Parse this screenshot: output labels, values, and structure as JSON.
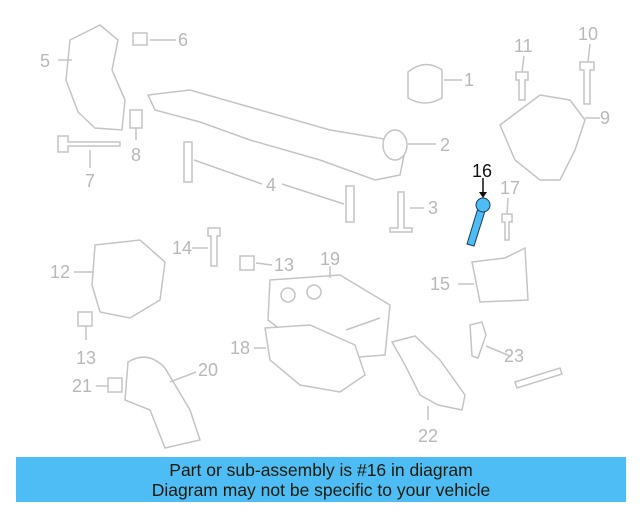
{
  "diagram": {
    "highlighted_callout": "16",
    "highlight_color": "#4fbdf5",
    "callouts": [
      "1",
      "2",
      "3",
      "4",
      "5",
      "6",
      "7",
      "8",
      "9",
      "10",
      "11",
      "12",
      "13",
      "13",
      "14",
      "15",
      "16",
      "17",
      "18",
      "19",
      "20",
      "21",
      "22",
      "23"
    ]
  },
  "banner": {
    "line1": "Part or sub-assembly is #16 in diagram",
    "line2": "Diagram may not be specific to your vehicle",
    "background": "#4fbdf5"
  }
}
